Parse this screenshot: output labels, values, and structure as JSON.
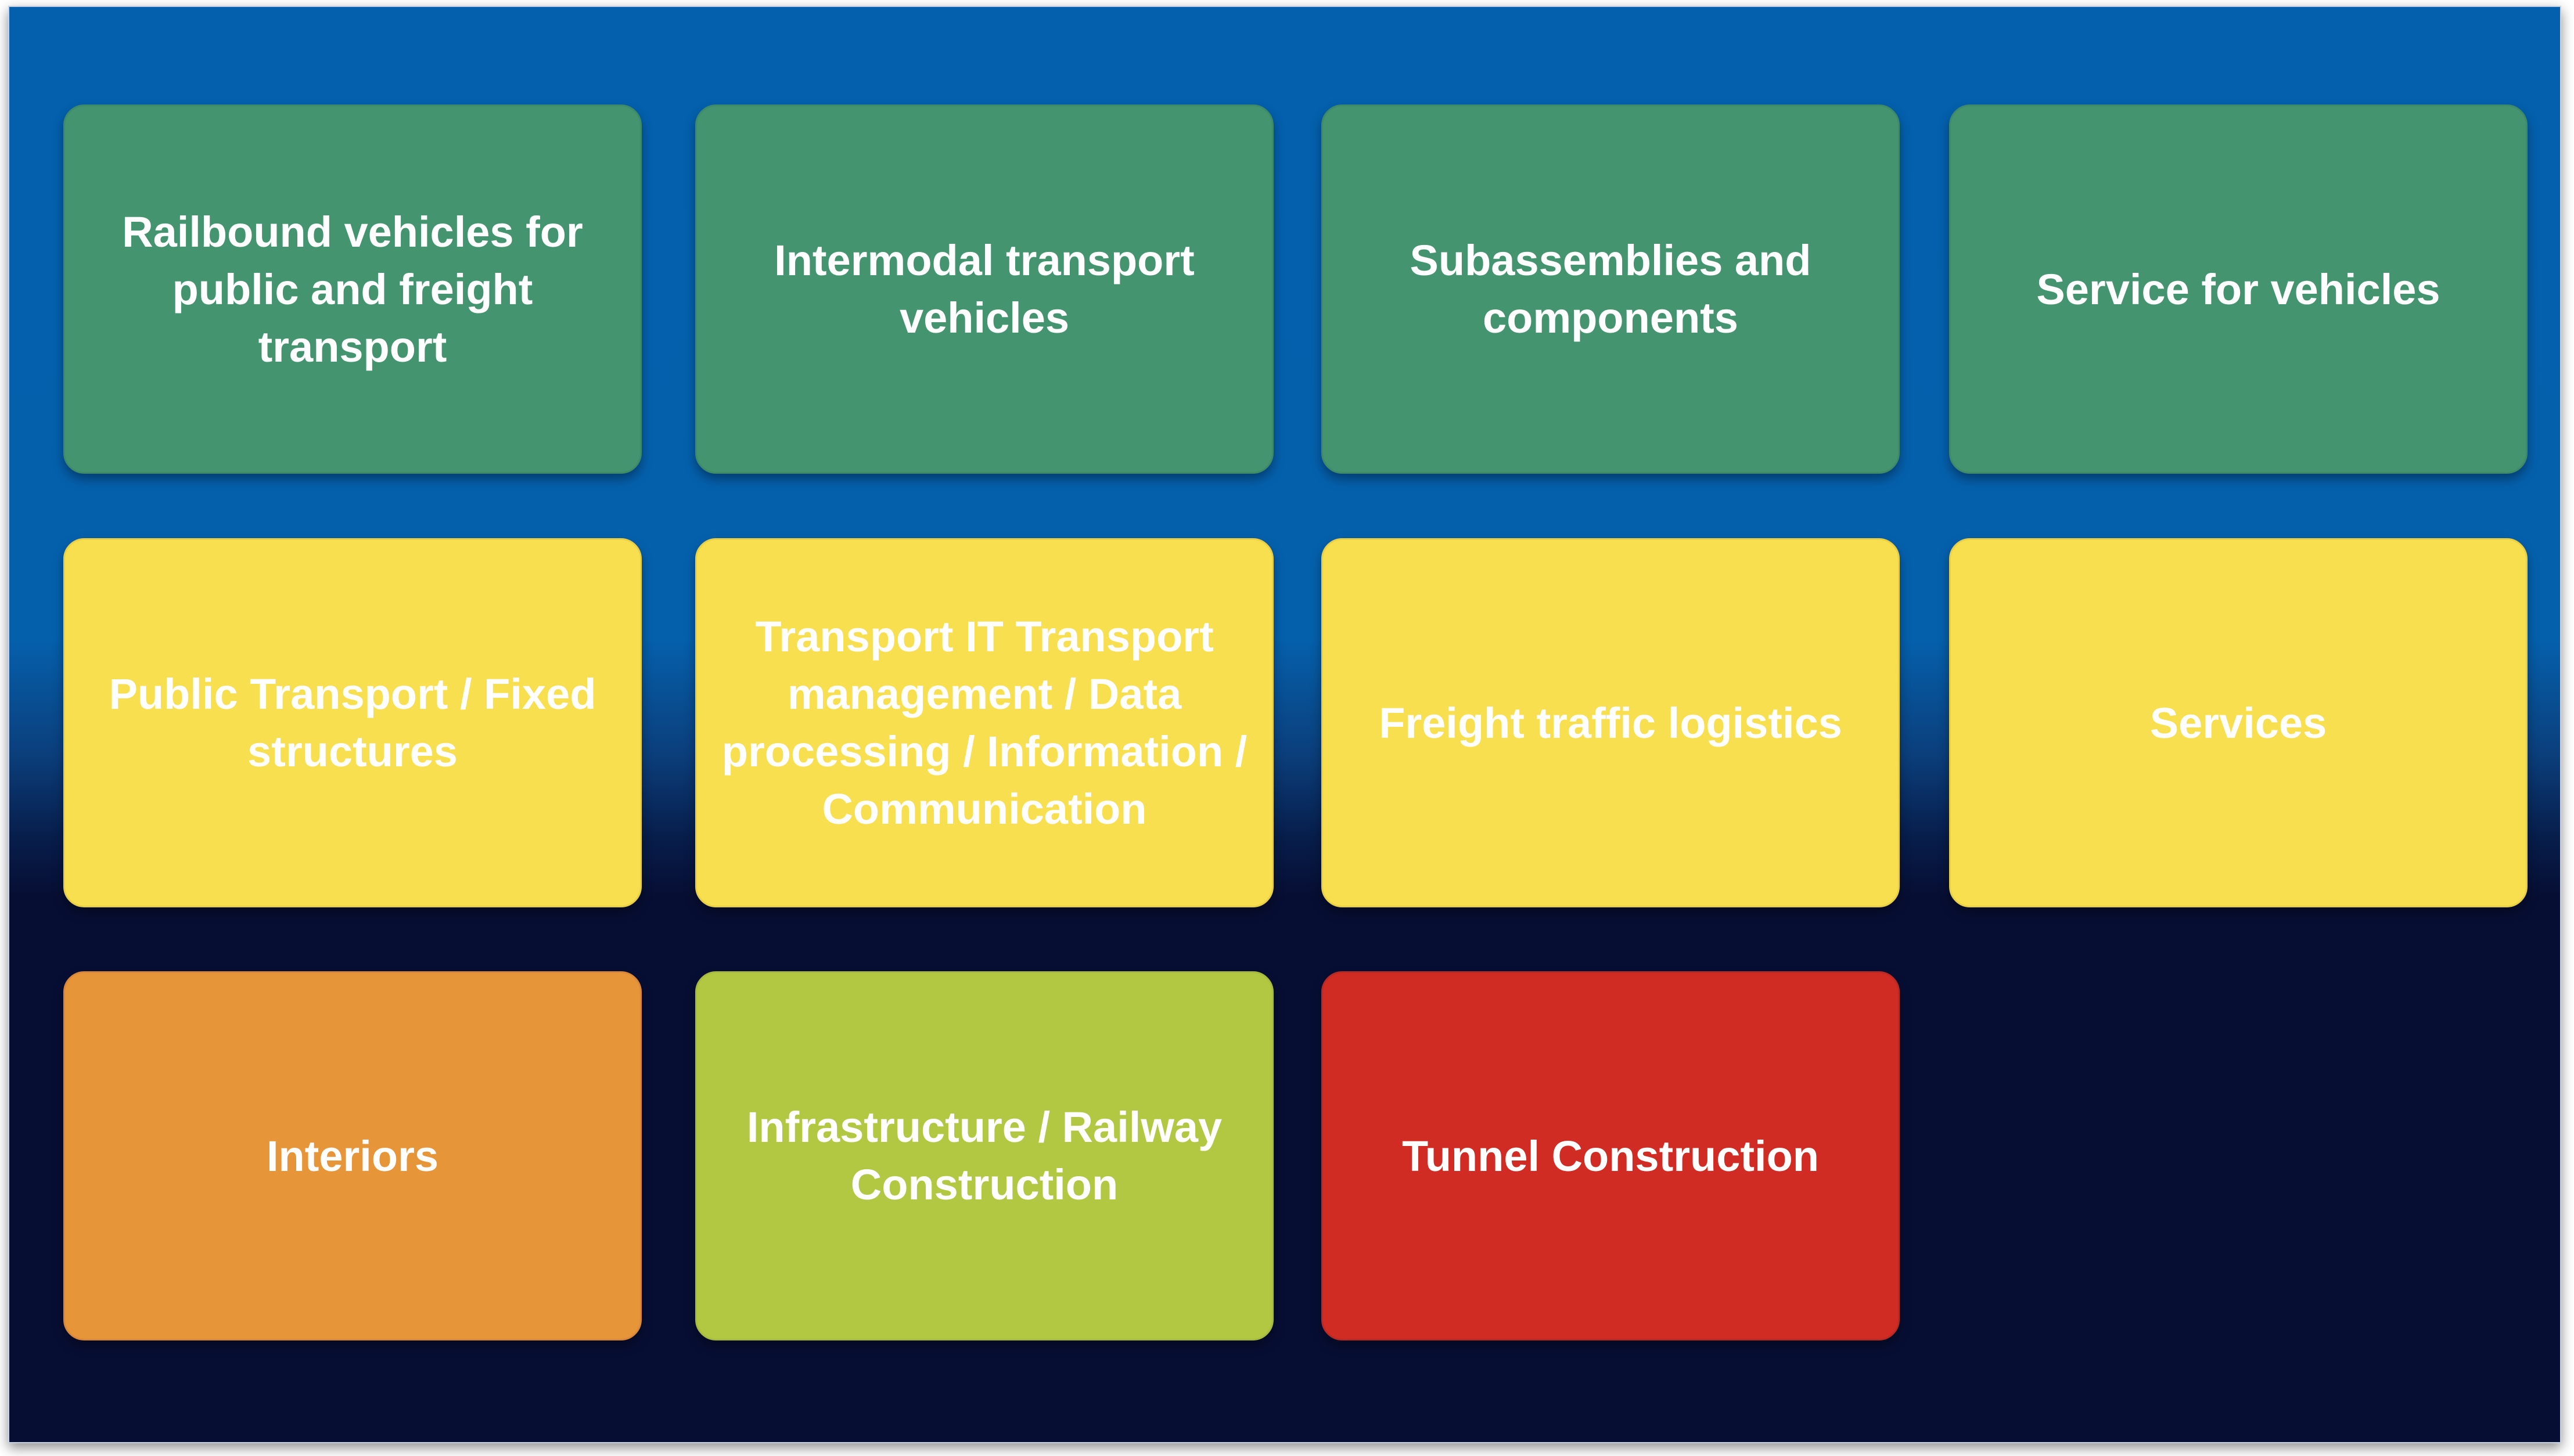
{
  "colors": {
    "background_top": "#0460ad",
    "background_bottom": "#070e33",
    "green": "#449470",
    "yellow": "#f8df4f",
    "orange": "#e79539",
    "lime": "#b2c842",
    "red": "#d12c24",
    "text": "#ffffff"
  },
  "tiles": [
    {
      "label": "Railbound vehicles for public and freight transport",
      "color": "green"
    },
    {
      "label": "Intermodal transport vehicles",
      "color": "green"
    },
    {
      "label": "Subassemblies and components",
      "color": "green"
    },
    {
      "label": "Service for vehicles",
      "color": "green"
    },
    {
      "label": "Public Transport / Fixed structures",
      "color": "yellow"
    },
    {
      "label": "Transport IT Transport management / Data processing / Information / Communication",
      "color": "yellow"
    },
    {
      "label": "Freight traffic logistics",
      "color": "yellow"
    },
    {
      "label": "Services",
      "color": "yellow"
    },
    {
      "label": "Interiors",
      "color": "orange"
    },
    {
      "label": "Infrastructure / Railway Construction",
      "color": "lime"
    },
    {
      "label": "Tunnel Construction",
      "color": "red"
    }
  ]
}
